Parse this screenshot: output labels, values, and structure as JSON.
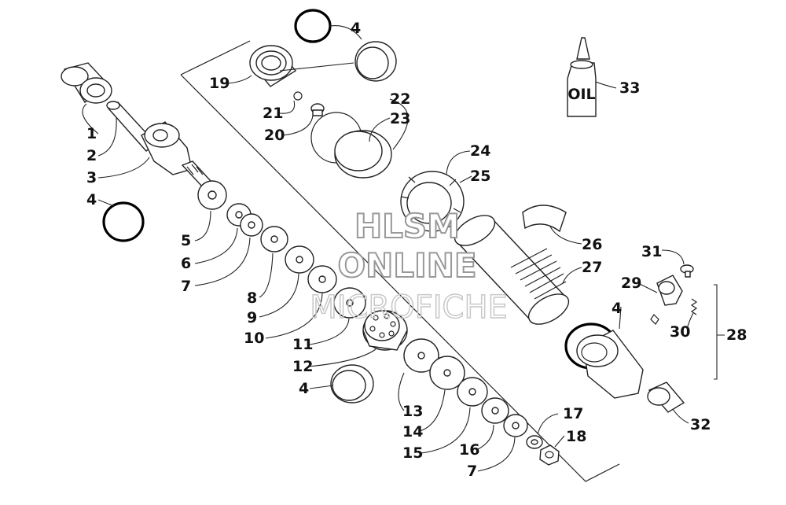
{
  "callouts": [
    "1",
    "2",
    "3",
    "4",
    "5",
    "6",
    "7",
    "8",
    "9",
    "10",
    "11",
    "12",
    "13",
    "14",
    "15",
    "16",
    "17",
    "18",
    "19",
    "20",
    "21",
    "22",
    "23",
    "24",
    "25",
    "26",
    "27",
    "28",
    "29",
    "30",
    "31",
    "32",
    "33"
  ],
  "oil_bottle_label": "OIL",
  "watermark": {
    "line1": "HLSM",
    "line2": "ONLINE",
    "line3": "MICROFICHE"
  }
}
